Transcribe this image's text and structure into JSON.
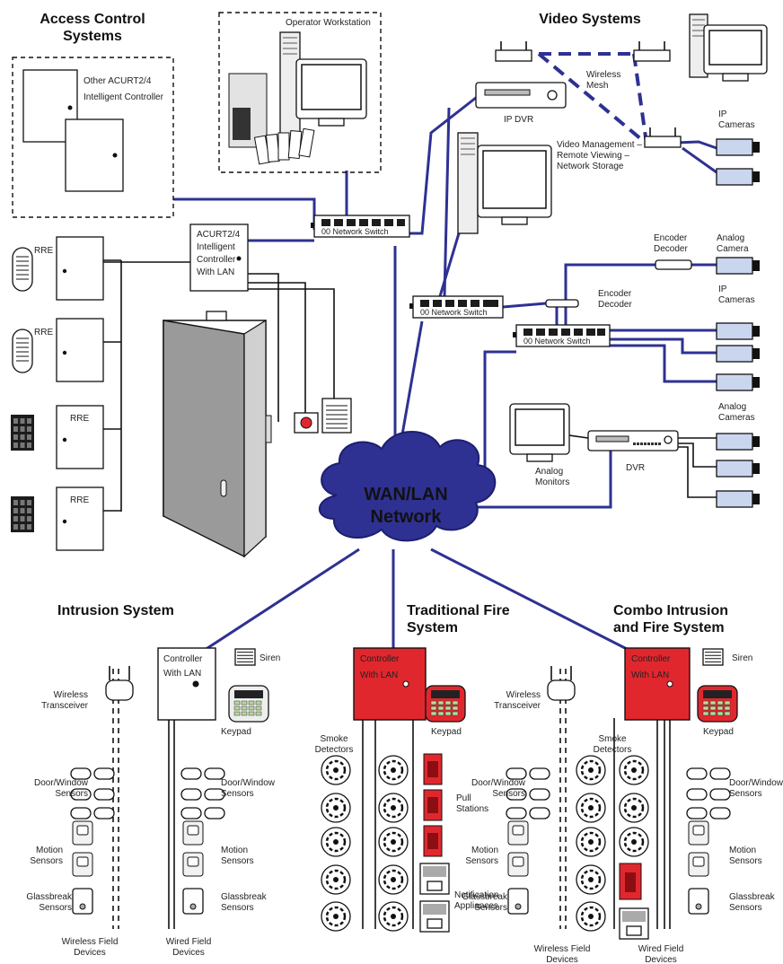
{
  "headings": {
    "access": [
      "Access Control",
      "Systems"
    ],
    "video": "Video Systems",
    "intrusion": "Intrusion System",
    "fire": [
      "Traditional Fire",
      "System"
    ],
    "combo": [
      "Combo Intrusion",
      "and Fire System"
    ]
  },
  "network_cloud": [
    "WAN/LAN",
    "Network"
  ],
  "access": {
    "operator_workstation": "Operator Workstation",
    "other_controller": [
      "Other ACURT2/4",
      "Intelligent Controller"
    ],
    "main_controller": [
      "ACURT2/4",
      "Intelligent",
      "Controller",
      "With LAN"
    ],
    "rre": "RRE"
  },
  "video": {
    "ip_dvr": "IP DVR",
    "wireless_mesh": [
      "Wireless",
      "Mesh"
    ],
    "ip_cameras": [
      "IP",
      "Cameras"
    ],
    "vms": [
      "Video Management –",
      "Remote Viewing –",
      "Network Storage"
    ],
    "encoder_decoder": [
      "Encoder",
      "Decoder"
    ],
    "analog_camera": [
      "Analog",
      "Camera"
    ],
    "analog_cameras": [
      "Analog",
      "Cameras"
    ],
    "analog_monitors": [
      "Analog",
      "Monitors"
    ],
    "dvr": "DVR"
  },
  "network_switch": "Network Switch",
  "controller": [
    "Controller",
    "With LAN"
  ],
  "siren": "Siren",
  "keypad": "Keypad",
  "wireless_transceiver": [
    "Wireless",
    "Transceiver"
  ],
  "door_window_sensors": [
    "Door/Window",
    "Sensors"
  ],
  "motion_sensors": [
    "Motion",
    "Sensors"
  ],
  "glassbreak_sensors": [
    "Glassbreak",
    "Sensors"
  ],
  "wireless_field_devices": [
    "Wireless Field",
    "Devices"
  ],
  "wired_field_devices": [
    "Wired Field",
    "Devices"
  ],
  "smoke_detectors": [
    "Smoke",
    "Detectors"
  ],
  "pull_stations": [
    "Pull",
    "Stations"
  ],
  "notification_appliances": [
    "Notification",
    "Appliances"
  ],
  "colors": {
    "network_line": "#2e3192",
    "fire_red": "#e1272e",
    "camera_blue": "#c9d6ee",
    "door_gray": "#9a9a9a"
  }
}
